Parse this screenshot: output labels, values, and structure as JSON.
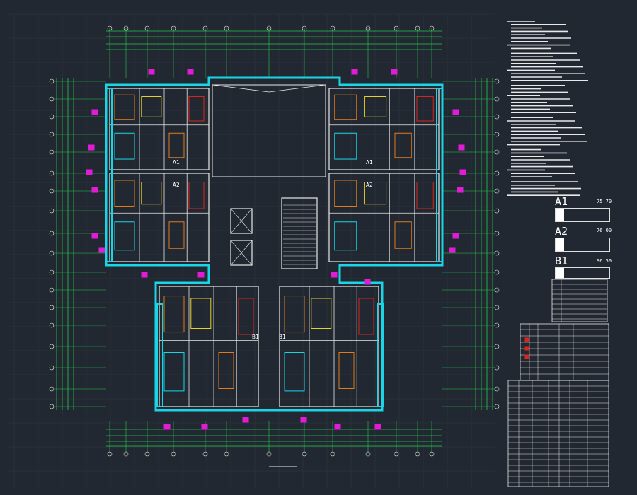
{
  "drawing": {
    "unit_labels": [
      "A1",
      "A2",
      "A1",
      "A2",
      "B1",
      "B1"
    ],
    "legend": [
      {
        "unit": "A1",
        "area": "75.70"
      },
      {
        "unit": "A2",
        "area": "76.00"
      },
      {
        "unit": "B1",
        "area": "96.50"
      }
    ],
    "colors": {
      "background": "#222831",
      "grid": "#2f3740",
      "axis_green": "#23c94a",
      "wall_cyan": "#19d5e6",
      "wall_white": "#e8e8e8",
      "furniture_orange": "#e07a1a",
      "fixture_yellow": "#e3d22a",
      "tag_magenta": "#e21cd6",
      "room_red": "#d8261e"
    }
  }
}
